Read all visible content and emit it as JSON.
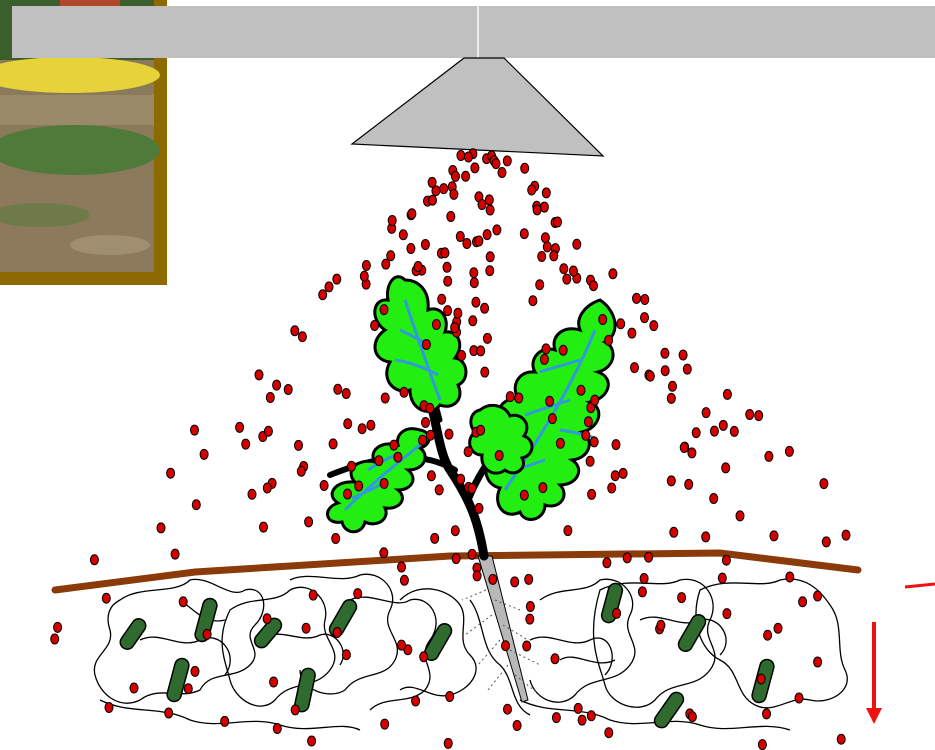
{
  "colors": {
    "sprayer": "#c0c0c0",
    "droplet": "#d40000",
    "soil_surface": "#8b3a0a",
    "leaf": "#22ee11",
    "leaf_vein": "#3399dd",
    "root": "#b8b8b8",
    "microbe": "#2f6b2f",
    "arrow": "#ee1111",
    "photo_frame": "#8c6a00"
  },
  "icons": {
    "sprayer_boom": "gray-bar",
    "sprayer_nozzle": "gray-triangle",
    "plant": "oak-seedling",
    "photo": "field-photo"
  },
  "droplet_count": 300
}
